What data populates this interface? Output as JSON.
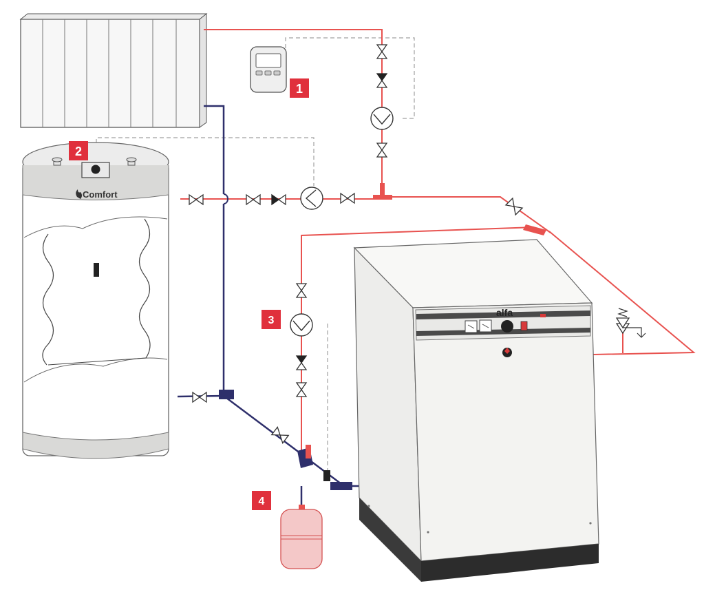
{
  "callouts": [
    {
      "label": "1",
      "refers_to": "room thermostat"
    },
    {
      "label": "2",
      "refers_to": "tank thermostat"
    },
    {
      "label": "3",
      "refers_to": "boiler circulation pump"
    },
    {
      "label": "4",
      "refers_to": "expansion vessel"
    }
  ],
  "tank": {
    "brand": "Comfort"
  },
  "boiler": {
    "brand": "alfa"
  },
  "colors": {
    "supply_pipe": "#e8524f",
    "return_pipe": "#2e2f6b",
    "callout_badge": "#e0303c",
    "control_wire": "#a0a0a0",
    "expansion_vessel": "#f4c8c8",
    "boiler_body": "#f3f3f1",
    "boiler_base": "#3a3a3a",
    "tank_band": "#d9d9d7"
  }
}
